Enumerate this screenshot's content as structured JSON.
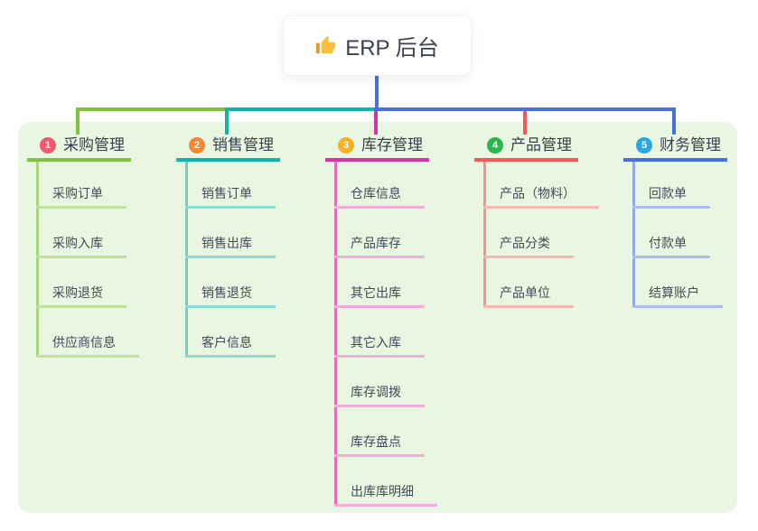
{
  "root": {
    "label": "ERP 后台",
    "icon": "thumbs-up-icon"
  },
  "colors": {
    "canvas_bg": "#ffffff",
    "panel_bg": "#e9f6e1",
    "root_stem": "#4a6edb",
    "root_text": "#3b4151",
    "branch_text": "#3a3f4c",
    "child_text": "#434a57",
    "thumb_hand": "#f7c03a",
    "thumb_sleeve": "#e09b2d"
  },
  "branches": [
    {
      "num": "1",
      "label": "采购管理",
      "badge_color": "#ee5b6f",
      "line_color": "#82c045",
      "trunk_color": "#a8d47e",
      "child_line_color": "#bee29b",
      "children": [
        "采购订单",
        "采购入库",
        "采购退货",
        "供应商信息"
      ]
    },
    {
      "num": "2",
      "label": "销售管理",
      "badge_color": "#f0883e",
      "line_color": "#13b2ab",
      "trunk_color": "#72cfc8",
      "child_line_color": "#8edcd6",
      "children": [
        "销售订单",
        "销售出库",
        "销售退货",
        "客户信息"
      ]
    },
    {
      "num": "3",
      "label": "库存管理",
      "badge_color": "#f5b226",
      "line_color": "#d2389e",
      "trunk_color": "#e56db7",
      "child_line_color": "#f2aedb",
      "children": [
        "仓库信息",
        "产品库存",
        "其它出库",
        "其它入库",
        "库存调拨",
        "库存盘点",
        "出库库明细"
      ]
    },
    {
      "num": "4",
      "label": "产品管理",
      "badge_color": "#2db44e",
      "line_color": "#f25858",
      "trunk_color": "#f5928d",
      "child_line_color": "#f8b7b2",
      "children": [
        "产品（物料）",
        "产品分类",
        "产品单位"
      ]
    },
    {
      "num": "5",
      "label": "财务管理",
      "badge_color": "#2aa7e1",
      "line_color": "#4a6edb",
      "trunk_color": "#94a9e7",
      "child_line_color": "#aebfef",
      "children": [
        "回款单",
        "付款单",
        "结算账户"
      ]
    }
  ]
}
